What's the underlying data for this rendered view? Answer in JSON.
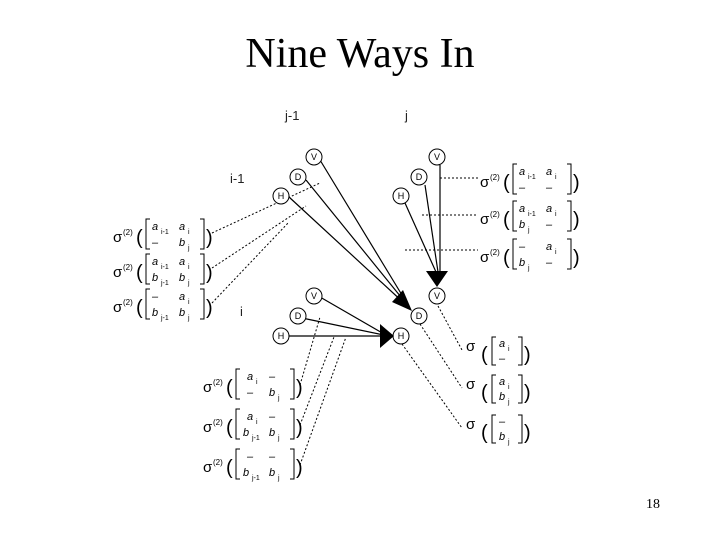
{
  "title": "Nine Ways In",
  "slide_number": "18",
  "labels": {
    "j_minus_1": "j-1",
    "j": "j",
    "i_minus_1": "i-1",
    "i": "i"
  },
  "node_letters": {
    "v": "V",
    "d": "D",
    "h": "H"
  },
  "symbols": {
    "sigma": "σ",
    "sup2": "(2)",
    "lparen": "(",
    "rparen": ")",
    "a": "a",
    "b": "b",
    "dash": "–",
    "sub_i": "i",
    "sub_j": "j",
    "sub_im1": "i-1",
    "sub_jm1": "j-1"
  }
}
